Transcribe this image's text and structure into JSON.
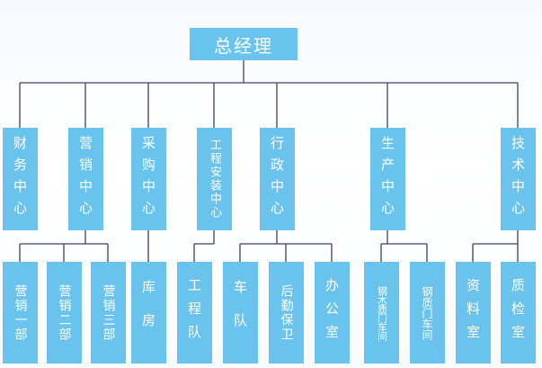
{
  "org": {
    "root": "总经理",
    "centers": [
      {
        "label": "财务中心",
        "children": []
      },
      {
        "label": "营销中心",
        "children": [
          "营销一部",
          "营销二部",
          "营销三部"
        ]
      },
      {
        "label": "采购中心",
        "children": [
          "库房"
        ]
      },
      {
        "label": "工程安装中心",
        "children": [
          "工程队"
        ]
      },
      {
        "label": "行政中心",
        "children": [
          "车队",
          "后勤保卫",
          "办公室"
        ]
      },
      {
        "label": "生产中心",
        "children": [
          "钢木质门车间",
          "钢质门车间"
        ]
      },
      {
        "label": "技术中心",
        "children": [
          "资料室",
          "质检室"
        ]
      }
    ]
  },
  "colors": {
    "box": "#6ac3ec",
    "line": "#3d3f6e",
    "text": "#ffffff"
  }
}
